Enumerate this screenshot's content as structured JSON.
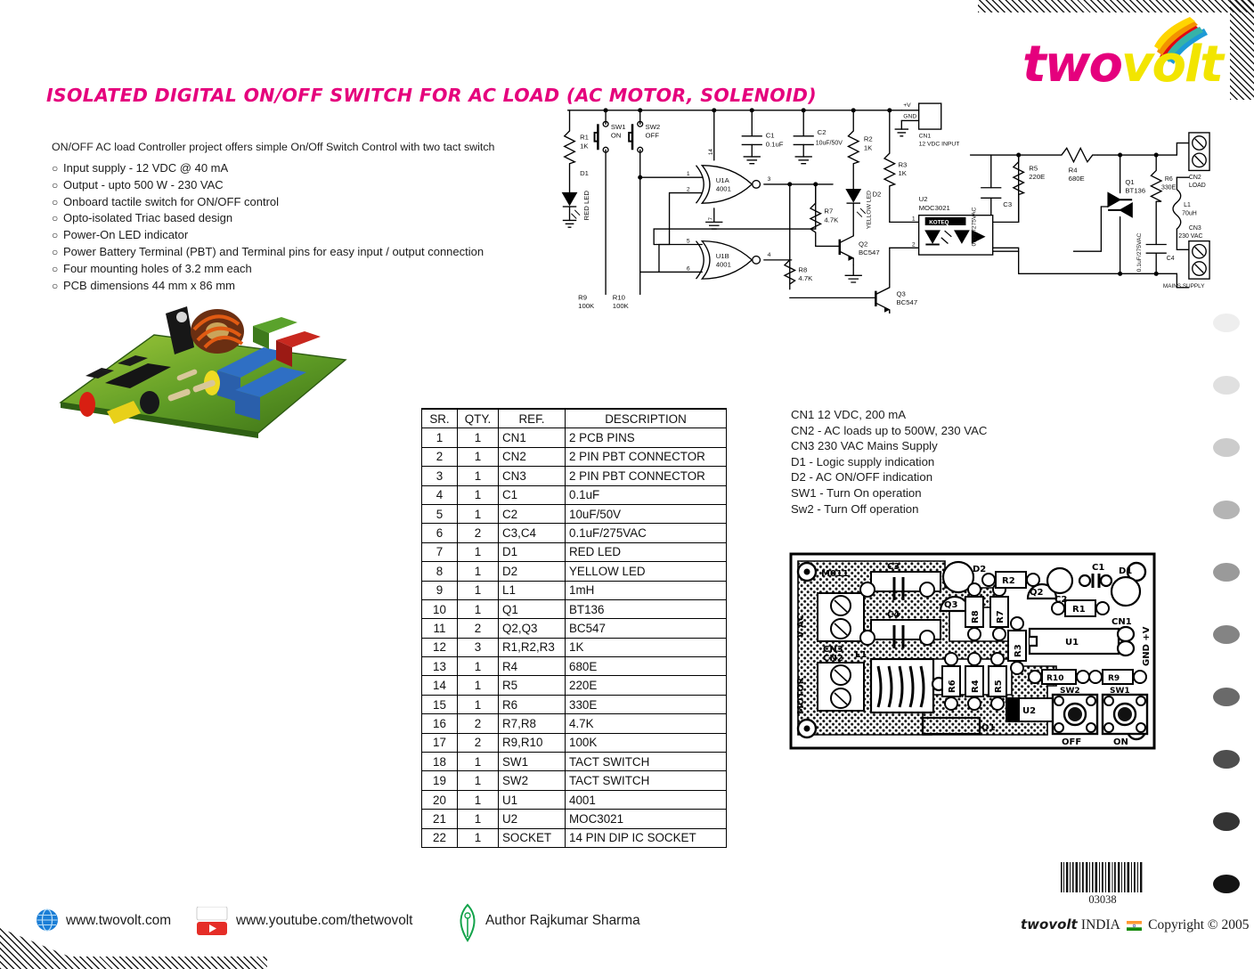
{
  "brand": {
    "logo_two": "two",
    "logo_volt": "volt",
    "accent_magenta": "#e5007d",
    "accent_yellow": "#f2e500"
  },
  "title": "ISOLATED DIGITAL ON∕OFF SWITCH FOR AC LOAD (AC MOTOR, SOLENOID)",
  "intro": "ON/OFF AC load Controller project  offers simple On/Off Switch Control with two tact switch",
  "features": [
    "Input supply - 12 VDC @ 40 mA",
    "Output - upto 500 W - 230 VAC",
    "Onboard tactile switch for ON/OFF control",
    "Opto-isolated Triac based design",
    "Power-On LED indicator",
    "Power Battery Terminal (PBT) and Terminal pins for easy input / output connection",
    "Four mounting holes of 3.2 mm each",
    "PCB dimensions 44 mm x 86 mm"
  ],
  "bom": {
    "headers": [
      "SR.",
      "QTY.",
      "REF.",
      "DESCRIPTION"
    ],
    "rows": [
      [
        "1",
        "1",
        "CN1",
        "2 PCB PINS"
      ],
      [
        "2",
        "1",
        "CN2",
        "2 PIN PBT CONNECTOR"
      ],
      [
        "3",
        "1",
        "CN3",
        "2 PIN PBT CONNECTOR"
      ],
      [
        "4",
        "1",
        "C1",
        "0.1uF"
      ],
      [
        "5",
        "1",
        "C2",
        "10uF/50V"
      ],
      [
        "6",
        "2",
        "C3,C4",
        "0.1uF/275VAC"
      ],
      [
        "7",
        "1",
        "D1",
        "RED LED"
      ],
      [
        "8",
        "1",
        "D2",
        "YELLOW LED"
      ],
      [
        "9",
        "1",
        "L1",
        "1mH"
      ],
      [
        "10",
        "1",
        "Q1",
        "BT136"
      ],
      [
        "11",
        "2",
        "Q2,Q3",
        "BC547"
      ],
      [
        "12",
        "3",
        "R1,R2,R3",
        "1K"
      ],
      [
        "13",
        "1",
        "R4",
        "680E"
      ],
      [
        "14",
        "1",
        "R5",
        "220E"
      ],
      [
        "15",
        "1",
        "R6",
        "330E"
      ],
      [
        "16",
        "2",
        "R7,R8",
        "4.7K"
      ],
      [
        "17",
        "2",
        "R9,R10",
        "100K"
      ],
      [
        "18",
        "1",
        "SW1",
        "TACT SWITCH"
      ],
      [
        "19",
        "1",
        "SW2",
        "TACT SWITCH"
      ],
      [
        "20",
        "1",
        "U1",
        "4001"
      ],
      [
        "21",
        "1",
        "U2",
        "MOC3021"
      ],
      [
        "22",
        "1",
        "SOCKET",
        "14 PIN DIP IC SOCKET"
      ]
    ]
  },
  "notes": [
    "CN1  12 VDC, 200 mA",
    "CN2 - AC loads up to 500W, 230 VAC",
    "CN3  230 VAC Mains Supply",
    "D1 - Logic supply indication",
    "D2 - AC ON/OFF indication",
    "SW1 - Turn On operation",
    "Sw2  - Turn Off operation"
  ],
  "schematic": {
    "labels": {
      "r1": "R1",
      "r1v": "1K",
      "d1": "D1",
      "d1v": "RED LED",
      "sw1": "SW1",
      "sw1v": "ON",
      "sw2": "SW2",
      "sw2v": "OFF",
      "c1": "C1",
      "c1v": "0.1uF",
      "c2": "C2",
      "c2v": "10uF/50V",
      "r2": "R2",
      "r2v": "1K",
      "r3": "R3",
      "r3v": "1K",
      "pv": "+V",
      "gnd": "GND",
      "cn1": "CN1",
      "cn1v": "12 VDC INPUT",
      "u1a": "U1A",
      "u1av": "4001",
      "u1b": "U1B",
      "u1bv": "4001",
      "r9": "R9",
      "r9v": "100K",
      "r10": "R10",
      "r10v": "100K",
      "r7": "R7",
      "r7v": "4.7K",
      "r8": "R8",
      "r8v": "4.7K",
      "d2": "D2",
      "d2v": "YELLOW LED",
      "q2": "Q2",
      "q2v": "BC547",
      "q3": "Q3",
      "q3v": "BC547",
      "u2": "U2",
      "u2v": "MOC3021",
      "u2brand": "KOTEQ",
      "r5": "R5",
      "r5v": "220E",
      "r4": "R4",
      "r4v": "680E",
      "c3": "C3",
      "c3v": "0.1uF/275VAC",
      "q1": "Q1",
      "q1v": "BT136",
      "r6": "R6",
      "r6v": "330E",
      "c4": "C4",
      "c4v": "0.1uF/275VAC",
      "l1": "L1",
      "l1v": "70uH",
      "cn2": "CN2",
      "cn2v": "LOAD",
      "cn3": "CN3",
      "cn3v": "230 VAC",
      "mains": "MAINS SUPPLY",
      "p1": "1",
      "p2": "2",
      "p3": "3",
      "p4": "4",
      "p5": "5",
      "p6": "6",
      "p7": "7",
      "p14": "14"
    }
  },
  "pcb": {
    "silk": {
      "board": "M011",
      "c3": "C3",
      "c4": "C4",
      "c1": "C1",
      "c2": "C2",
      "d1": "D1",
      "d2": "D2",
      "q1": "Q1",
      "q2": "Q2",
      "q3": "Q3",
      "r1": "R1",
      "r2": "R2",
      "r3": "R3",
      "r4": "R4",
      "r5": "R5",
      "r6": "R6",
      "r7": "R7",
      "r8": "R8",
      "r9": "R9",
      "r10": "R10",
      "l1": "L1",
      "u1": "U1",
      "u2": "U2",
      "cn1": "CN1",
      "cn2": "CN2",
      "cn3": "CN3",
      "gnd_v": "GND +V",
      "ac_v": "V   AC",
      "motor": "MOTOR",
      "sw1": "SW1",
      "sw2": "SW2",
      "on": "ON",
      "off": "OFF"
    }
  },
  "footer": {
    "website": "www.twovolt.com",
    "youtube": "www.youtube.com/thetwovolt",
    "author": "Author Rajkumar Sharma",
    "barcode_number": "03038",
    "copyright_brand": "twovolt",
    "copyright_country": "INDIA",
    "copyright_text": "Copyright © 2005"
  }
}
